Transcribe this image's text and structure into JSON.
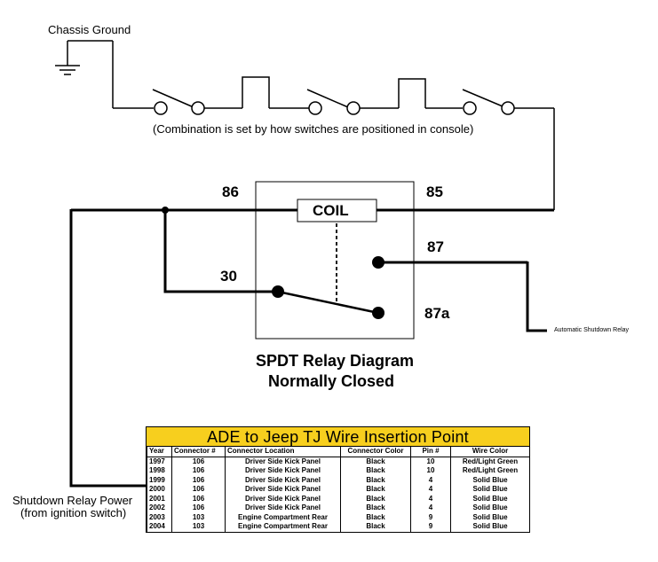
{
  "labels": {
    "chassis_ground": "Chassis Ground",
    "combination_note": "(Combination is set by how switches are positioned in console)",
    "coil": "COIL",
    "pin_86": "86",
    "pin_85": "85",
    "pin_87": "87",
    "pin_30": "30",
    "pin_87a": "87a",
    "automatic_shutdown_relay": "Automatic Shutdown Relay",
    "relay_title_line1": "SPDT Relay Diagram",
    "relay_title_line2": "Normally Closed",
    "shutdown_power_line1": "Shutdown Relay Power",
    "shutdown_power_line2": "(from ignition switch)"
  },
  "table": {
    "title": "ADE to Jeep TJ  Wire Insertion Point",
    "title_bg": "#f7cf1e",
    "headers": [
      "Year",
      "Connector #",
      "Connector Location",
      "Connector Color",
      "Pin #",
      "Wire Color"
    ],
    "rows": [
      [
        "1997",
        "106",
        "Driver Side Kick Panel",
        "Black",
        "10",
        "Red/Light Green"
      ],
      [
        "1998",
        "106",
        "Driver Side Kick Panel",
        "Black",
        "10",
        "Red/Light Green"
      ],
      [
        "1999",
        "106",
        "Driver Side Kick Panel",
        "Black",
        "4",
        "Solid Blue"
      ],
      [
        "2000",
        "106",
        "Driver Side Kick Panel",
        "Black",
        "4",
        "Solid Blue"
      ],
      [
        "2001",
        "106",
        "Driver Side Kick Panel",
        "Black",
        "4",
        "Solid Blue"
      ],
      [
        "2002",
        "106",
        "Driver Side Kick Panel",
        "Black",
        "4",
        "Solid Blue"
      ],
      [
        "2003",
        "103",
        "Engine Compartment Rear",
        "Black",
        "9",
        "Solid Blue"
      ],
      [
        "2004",
        "103",
        "Engine Compartment Rear",
        "Black",
        "9",
        "Solid Blue"
      ]
    ]
  },
  "switches": [
    {
      "type": "toggle-switch",
      "state": "open"
    },
    {
      "type": "jumper"
    },
    {
      "type": "toggle-switch",
      "state": "open"
    },
    {
      "type": "jumper"
    },
    {
      "type": "toggle-switch",
      "state": "open"
    }
  ]
}
